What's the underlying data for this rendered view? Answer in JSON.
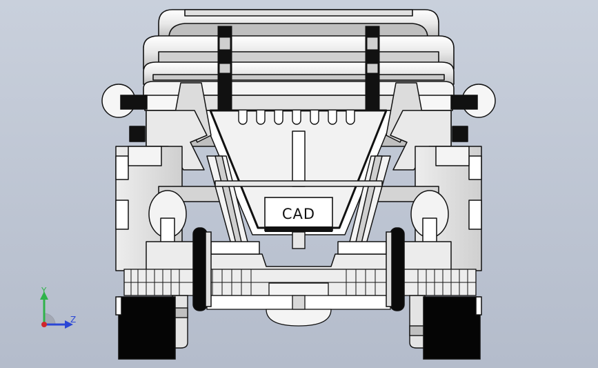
{
  "viewport": {
    "background_top": "#c9d0dc",
    "background_bottom": "#b4bccb"
  },
  "model": {
    "plate_text": "CAD",
    "colors": {
      "line": "#111111",
      "light": "#ffffff",
      "face_light": "#e6e6e6",
      "face_mid": "#d2d2d2",
      "face_dark": "#a8a8a8",
      "tire": "#050505",
      "accent_black": "#1a1a1a"
    }
  },
  "triad": {
    "y_label": "Y",
    "z_label": "Z",
    "y_color": "#2fb34a",
    "z_color": "#2a46d6",
    "x_color": "#d0262b"
  }
}
